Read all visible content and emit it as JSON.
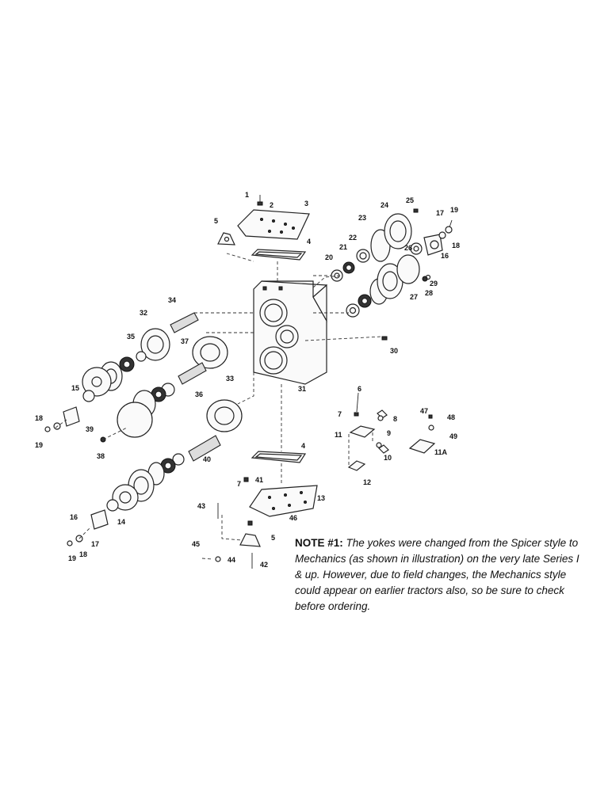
{
  "note": {
    "label": "NOTE #1:",
    "text": "The yokes were changed from the Spicer style to Mechanics (as shown in illustration) on the very late Series I & up. However, due to field changes, the Mechanics style could appear on earlier tractors also, so be sure to check before ordering."
  },
  "callouts": [
    "1",
    "2",
    "3",
    "4",
    "5",
    "17",
    "19",
    "24",
    "25",
    "23",
    "22",
    "21",
    "20",
    "18",
    "16",
    "26",
    "27",
    "28",
    "29",
    "34",
    "32",
    "35",
    "37",
    "31",
    "30",
    "33",
    "36",
    "15",
    "18",
    "19",
    "39",
    "38",
    "40",
    "6",
    "7",
    "8",
    "9",
    "11",
    "47",
    "48",
    "49",
    "11A",
    "10",
    "12",
    "41",
    "13",
    "43",
    "46",
    "14",
    "17",
    "45",
    "44",
    "42",
    "18",
    "19",
    "16",
    "4",
    "7",
    "5"
  ]
}
